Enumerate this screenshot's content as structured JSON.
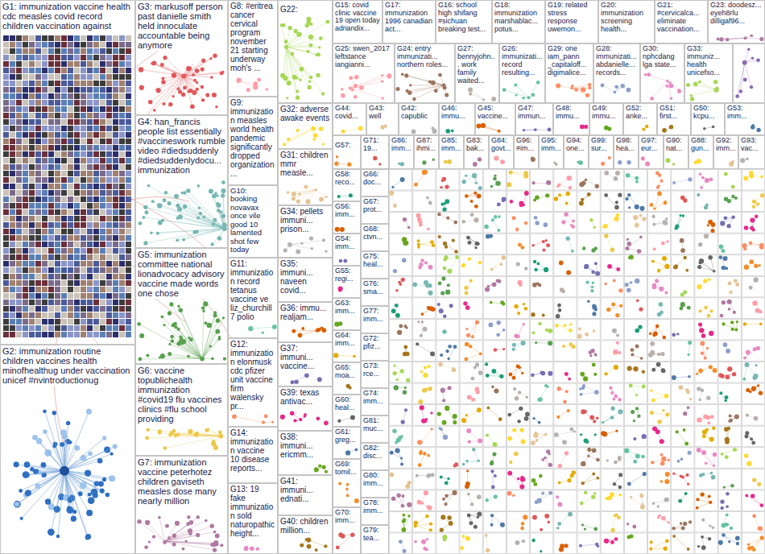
{
  "diagram": {
    "nodes": [
      {
        "text": [
          "G1: immunization vaccine health cdc measles covid record children vaccination against"
        ]
      },
      {
        "text": [
          "G2: immunization routine children vaccines health minofhealthug under vaccination unicef #nvintroductionug"
        ]
      },
      {
        "text": [
          "G3: markusoff person past danielle smith held innoculate accountable being anymore"
        ]
      },
      {
        "text": [
          "G4: han_francis people list essentially #vaccineswork rumble video #diedsuddenly #diedsuddenlydocu... immunization"
        ]
      },
      {
        "text": [
          "G5: immunization committee national lionadvocacy advisory vaccine made words one chose"
        ]
      },
      {
        "text": [
          "G6: vaccine topublichealth immunization #covid19 flu vaccines clinics #flu school providing"
        ]
      },
      {
        "text": [
          "G7: immunization vaccine peterhotez children gaviseth measles dose many nearly million"
        ]
      },
      {
        "text": [
          "G8: #eritrea cancer cervical program november 21 starting underway moh's ..."
        ]
      },
      {
        "text": [
          "G9: immunization measles world health pandemic significantly dropped organization..."
        ]
      },
      {
        "text": [
          "G10: booking novavax once vile good 10 lamented shot few today"
        ]
      },
      {
        "text": [
          "G11: immunization record tetanus vaccine ve liz_churchill7 polio"
        ]
      },
      {
        "text": [
          "G12: immunization elonmusk cdc pfizer unit vaccine firm walensky pr..."
        ]
      },
      {
        "text": [
          "G14: immunization vaccine 10 disease reports..."
        ]
      },
      {
        "text": [
          "G13: 19 fake immunization sold naturopathic height..."
        ]
      },
      {
        "text": [
          "G22:"
        ]
      },
      {
        "text": [
          "G32: adverse awake events"
        ]
      },
      {
        "text": [
          "G31: children mmr measle..."
        ]
      },
      {
        "text": [
          "G34: pellets immuni... prison..."
        ]
      },
      {
        "text": [
          "G35: immuni... naveen covid..."
        ]
      },
      {
        "text": [
          "G36: immu... realjam..."
        ]
      },
      {
        "text": [
          "G37: immuni... vaccine..."
        ]
      },
      {
        "text": [
          "G39: texas antivac..."
        ]
      },
      {
        "text": [
          "G38: immuni... ericmm..."
        ]
      },
      {
        "text": [
          "G41: immuni... ednati..."
        ]
      },
      {
        "text": [
          "G40: children million..."
        ]
      },
      {
        "text": [
          "G15: covid clinic vaccine 19 open today adriandix..."
        ]
      },
      {
        "text": [
          "G17: immunization 1996 canadian act..."
        ]
      },
      {
        "text": [
          "G16: school high shifang #sichuan breaking test..."
        ]
      },
      {
        "text": [
          "G18: immunization marshablac... potus..."
        ]
      },
      {
        "text": [
          "G19: related stress response uwemon..."
        ]
      },
      {
        "text": [
          "G20: immunization screening health..."
        ]
      },
      {
        "text": [
          "G21: #cervicalca... eliminate vaccination..."
        ]
      },
      {
        "text": [
          "G23: doodesz... eyeh8rlu dilligaf96..."
        ]
      },
      {
        "text": [
          "G25: swen_2017 leftstance iangianni..."
        ]
      },
      {
        "text": [
          "G24: entry immunizati... northern roles..."
        ]
      },
      {
        "text": [
          "G27: bennyjohn... work family waited..."
        ]
      },
      {
        "text": [
          "G26: immunizati... record resulting..."
        ]
      },
      {
        "text": [
          "G29: one iam_pann _capitaloff... digimalice..."
        ]
      },
      {
        "text": [
          "G28: immunizati... abdanielle... records..."
        ]
      },
      {
        "text": [
          "G30: nphcdang lga state..."
        ]
      },
      {
        "text": [
          "G33: immuniz... health unicefso..."
        ]
      },
      {
        "text": [
          "G44: covid..."
        ]
      },
      {
        "text": [
          "G43: well"
        ]
      },
      {
        "text": [
          "G42: capublic"
        ]
      },
      {
        "text": [
          "G46: immu..."
        ]
      },
      {
        "text": [
          "G45: vaccine..."
        ]
      },
      {
        "text": [
          "G47: immun..."
        ]
      },
      {
        "text": [
          "G48: immu..."
        ]
      },
      {
        "text": [
          "G49: immu..."
        ]
      },
      {
        "text": [
          "G52: anke..."
        ]
      },
      {
        "text": [
          "G51: first..."
        ]
      },
      {
        "text": [
          "G50: kcpu..."
        ]
      },
      {
        "text": [
          "G53: imm..."
        ]
      },
      {
        "text": [
          "G57:"
        ]
      },
      {
        "text": [
          "G71: 19..."
        ]
      },
      {
        "text": [
          "G86: imm..."
        ]
      },
      {
        "text": [
          "G87: ihmi..."
        ]
      },
      {
        "text": [
          "G85: imm..."
        ]
      },
      {
        "text": [
          "G83: bak..."
        ]
      },
      {
        "text": [
          "G84: govt..."
        ]
      },
      {
        "text": [
          "G96: #im..."
        ]
      },
      {
        "text": [
          "G95: imm..."
        ]
      },
      {
        "text": [
          "G94: one..."
        ]
      },
      {
        "text": [
          "G99: sur..."
        ]
      },
      {
        "text": [
          "G98: hea..."
        ]
      },
      {
        "text": [
          "G97: eur..."
        ]
      },
      {
        "text": [
          "G90: nat..."
        ]
      },
      {
        "text": [
          "G88: gun..."
        ]
      },
      {
        "text": [
          "G92: imm..."
        ]
      },
      {
        "text": [
          "G93: vac..."
        ]
      },
      {
        "text": [
          "G58: reco..."
        ]
      },
      {
        "text": [
          "G56: imm..."
        ]
      },
      {
        "text": [
          "G54: imm..."
        ]
      },
      {
        "text": [
          "G55: regi..."
        ]
      },
      {
        "text": [
          "G63: imm..."
        ]
      },
      {
        "text": [
          "G64: imm..."
        ]
      },
      {
        "text": [
          "G65: moa..."
        ]
      },
      {
        "text": [
          "G60: heal..."
        ]
      },
      {
        "text": [
          "G61: greg..."
        ]
      },
      {
        "text": [
          "G69: tomil..."
        ]
      },
      {
        "text": [
          "G70: imm..."
        ]
      },
      {
        "text": [
          "G66: doc..."
        ]
      },
      {
        "text": [
          "G67: prot..."
        ]
      },
      {
        "text": [
          "G68: ctvn..."
        ]
      },
      {
        "text": [
          "G75: heal..."
        ]
      },
      {
        "text": [
          "G76: sma..."
        ]
      },
      {
        "text": [
          "G77: imm..."
        ]
      },
      {
        "text": [
          "G72: pfiz..."
        ]
      },
      {
        "text": [
          "G73: rce..."
        ]
      },
      {
        "text": [
          "G74: imm..."
        ]
      },
      {
        "text": [
          "G81: muc..."
        ]
      },
      {
        "text": [
          "G82: disc..."
        ]
      },
      {
        "text": [
          "G80: imm..."
        ]
      },
      {
        "text": [
          "G78: imm..."
        ]
      },
      {
        "text": [
          "G79: tea..."
        ]
      }
    ]
  }
}
